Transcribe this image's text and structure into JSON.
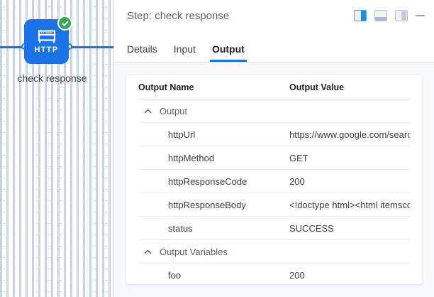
{
  "canvas": {
    "node": {
      "label": "check response",
      "icon": "http-node-icon",
      "icon_text": "HTTP",
      "status_icon": "check-circle-icon",
      "node_color": "#1a73e8",
      "status_color": "#34a853"
    },
    "edge_color": "#1a73e8"
  },
  "panel": {
    "title": "Step: check response",
    "layout_buttons": [
      {
        "name": "split-view-icon",
        "label": "Split view"
      },
      {
        "name": "bottom-panel-icon",
        "label": "Bottom panel"
      },
      {
        "name": "right-panel-icon",
        "label": "Right panel"
      }
    ],
    "minimize_label": "Minimize",
    "tabs": [
      {
        "label": "Details",
        "active": false
      },
      {
        "label": "Input",
        "active": false
      },
      {
        "label": "Output",
        "active": true
      }
    ],
    "accent_color": "#1a73e8"
  },
  "table": {
    "columns": [
      "Output Name",
      "Output Value"
    ],
    "rows": [
      {
        "type": "group",
        "name": "Output",
        "value": "",
        "expanded": true
      },
      {
        "type": "child",
        "name": "httpUrl",
        "value": "https://www.google.com/search?q="
      },
      {
        "type": "child",
        "name": "httpMethod",
        "value": "GET"
      },
      {
        "type": "child",
        "name": "httpResponseCode",
        "value": "200"
      },
      {
        "type": "child",
        "name": "httpResponseBody",
        "value": "<!doctype html><html itemscope='"
      },
      {
        "type": "child",
        "name": "status",
        "value": "SUCCESS"
      },
      {
        "type": "group",
        "name": "Output Variables",
        "value": "",
        "expanded": true
      },
      {
        "type": "child",
        "name": "foo",
        "value": "200"
      }
    ]
  }
}
